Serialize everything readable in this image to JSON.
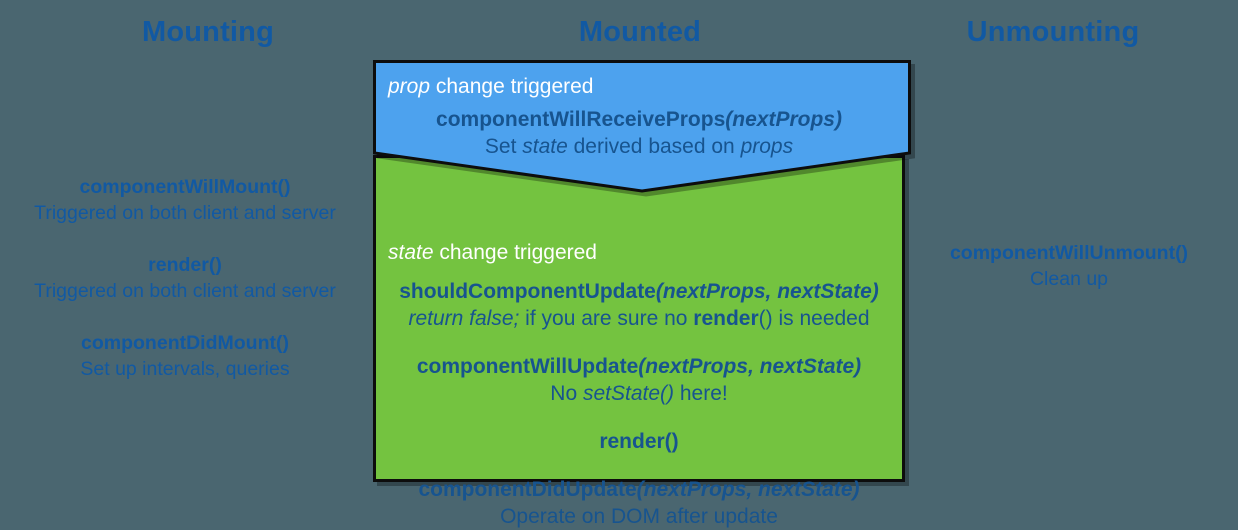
{
  "headings": {
    "mounting": "Mounting",
    "mounted": "Mounted",
    "unmounting": "Unmounting"
  },
  "colors": {
    "background": "#4a6670",
    "heading_blue": "#1159a3",
    "props_panel": "#4da2ee",
    "state_panel": "#74c340",
    "panel_text": "#17548f",
    "trigger_text": "#ffffff",
    "border": "#0d0d0d"
  },
  "mounting": {
    "groups": [
      {
        "api": "componentWillMount()",
        "desc": "Triggered on both client and server"
      },
      {
        "api": "render()",
        "desc": "Triggered on both client and server"
      },
      {
        "api": "componentDidMount()",
        "desc": "Set up intervals, queries"
      }
    ]
  },
  "unmounting": {
    "groups": [
      {
        "api": "componentWillUnmount()",
        "desc": "Clean up"
      }
    ]
  },
  "mounted": {
    "props_panel": {
      "trigger_em": "prop",
      "trigger_rest": " change triggered",
      "steps": [
        {
          "api_name": "componentWillReceiveProps",
          "api_args": "(nextProps)",
          "note_pre": "Set ",
          "note_em1": "state",
          "note_mid": " derived based on ",
          "note_em2": "props",
          "note_post": ""
        }
      ]
    },
    "state_panel": {
      "trigger_em": "state",
      "trigger_rest": " change triggered",
      "steps": [
        {
          "api_name": "shouldComponentUpdate",
          "api_args": "(nextProps, nextState)",
          "note_pre": "",
          "note_em1": "return false;",
          "note_mid": " if you are sure no ",
          "note_bold": "render",
          "note_post": "() is needed"
        },
        {
          "api_name": "componentWillUpdate",
          "api_args": "(nextProps, nextState)",
          "note_pre": "No ",
          "note_em1": "setState()",
          "note_mid": " here!",
          "note_post": ""
        },
        {
          "api_name": "render()",
          "api_args": "",
          "note_pre": "",
          "note_em1": "",
          "note_mid": "",
          "note_post": ""
        },
        {
          "api_name": "componentDidUpdate",
          "api_args": "(nextProps, nextState)",
          "note_pre": "Operate on DOM after update",
          "note_em1": "",
          "note_mid": "",
          "note_post": ""
        }
      ]
    }
  }
}
